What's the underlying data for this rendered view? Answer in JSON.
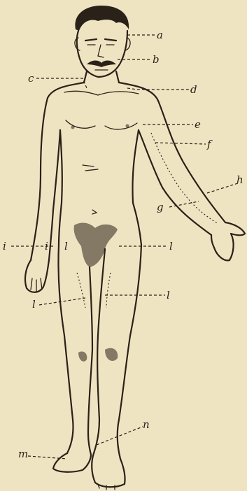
{
  "labels": {
    "a": "a",
    "b": "b",
    "c": "c",
    "d": "d",
    "e": "e",
    "f": "f",
    "g": "g",
    "h": "h",
    "i_left": "i",
    "i_right": "i",
    "l_inner_left": "l",
    "l_right": "l",
    "l_lower_left": "l",
    "l_lower_right": "l",
    "m": "m",
    "n": "n"
  },
  "colors": {
    "paper": "#efe4c2",
    "ink": "#2a2118"
  }
}
